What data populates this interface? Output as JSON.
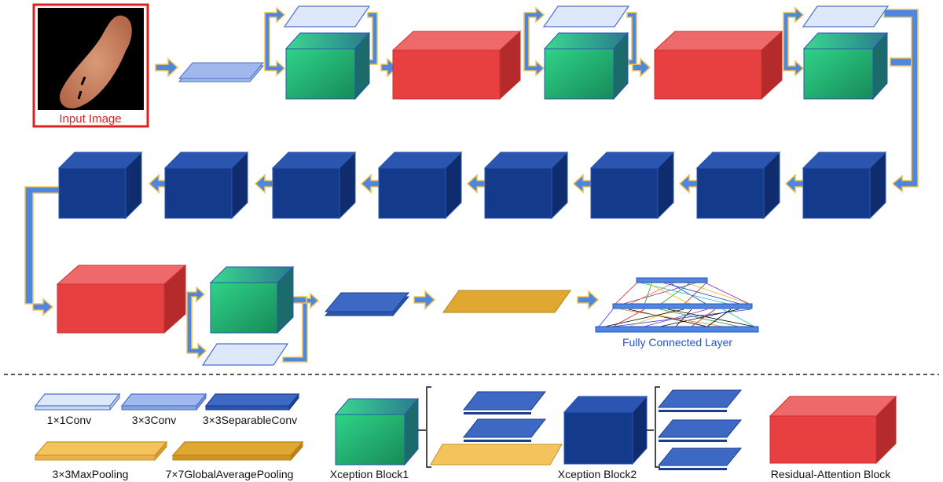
{
  "input_image": {
    "label": "Input Image"
  },
  "fc_label": "Fully Connected Layer",
  "legend": {
    "conv1x1": "1×1Conv",
    "conv3x3": "3×3Conv",
    "sepconv": "3×3SeparableConv",
    "maxpool": "3×3MaxPooling",
    "gap": "7×7GlobalAveragePooling",
    "xception1": "Xception Block1",
    "xception2": "Xception Block2",
    "residual": "Residual-Attention Block"
  },
  "colors": {
    "green_block": "#1ec27a",
    "red_block": "#e84040",
    "navy_block": "#143a8c",
    "light_layer": "#dde8fb",
    "mid_layer": "#9fb8ee",
    "sep_layer": "#2a55b0",
    "maxpool_layer": "#f5c35c",
    "gap_layer": "#e0a830",
    "arrow": "#4f86e0",
    "arrow_outline": "#f2c44c"
  }
}
